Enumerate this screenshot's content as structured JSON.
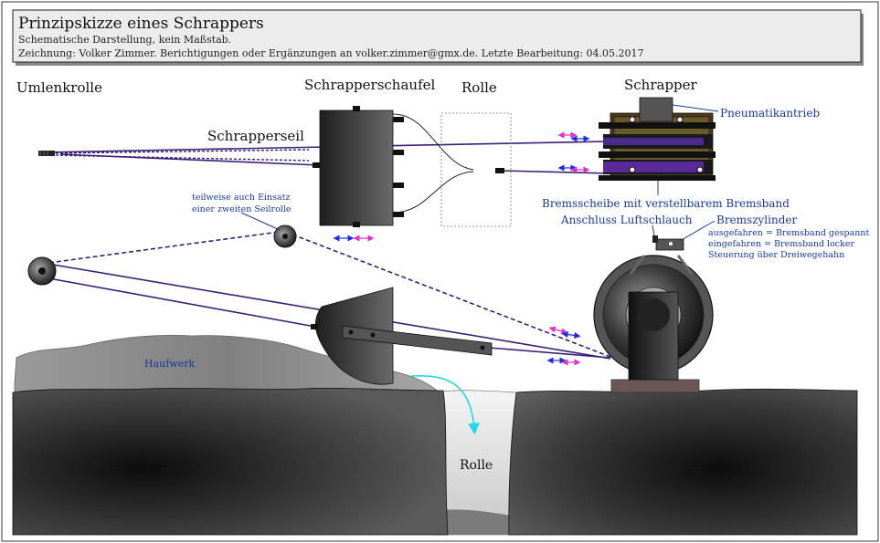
{
  "header": {
    "title": "Prinzipskizze eines Schrappers",
    "subtitle": "Schematische Darstellung, kein Maßstab.",
    "credits": "Zeichnung: Volker Zimmer. Berichtigungen oder Ergänzungen an volker.zimmer@gmx.de. Letzte Bearbeitung: 04.05.2017"
  },
  "labels": {
    "umlenkrolle": "Umlenkrolle",
    "schrapperschaufel": "Schrapperschaufel",
    "rolle_top": "Rolle",
    "schrapper": "Schrapper",
    "schrapperseil": "Schrapperseil",
    "pneumatikantrieb": "Pneumatikantrieb",
    "bremsscheibe": "Bremsscheibe mit verstellbarem Bremsband",
    "anschluss": "Anschluss Luftschlauch",
    "bremszylinder": "Bremszylinder",
    "ausgefahren": "ausgefahren = Bremsband gespannt",
    "eingefahren": "eingefahren = Bremsband locker",
    "steuerung": "Steuerung über Dreiwegehahn",
    "seilrolle_line1": "teilweise auch Einsatz",
    "seilrolle_line2": "einer zweiten Seilrolle",
    "haufwerk": "Haufwerk",
    "rolle_bottom": "Rolle"
  },
  "colors": {
    "rope": "#3a1f78",
    "annotation": "#1a3a9a",
    "arrow_blue": "#1f2fe0",
    "arrow_pink": "#e02fd0",
    "cyan": "#21d8e8",
    "header_bg": "#ececec"
  }
}
